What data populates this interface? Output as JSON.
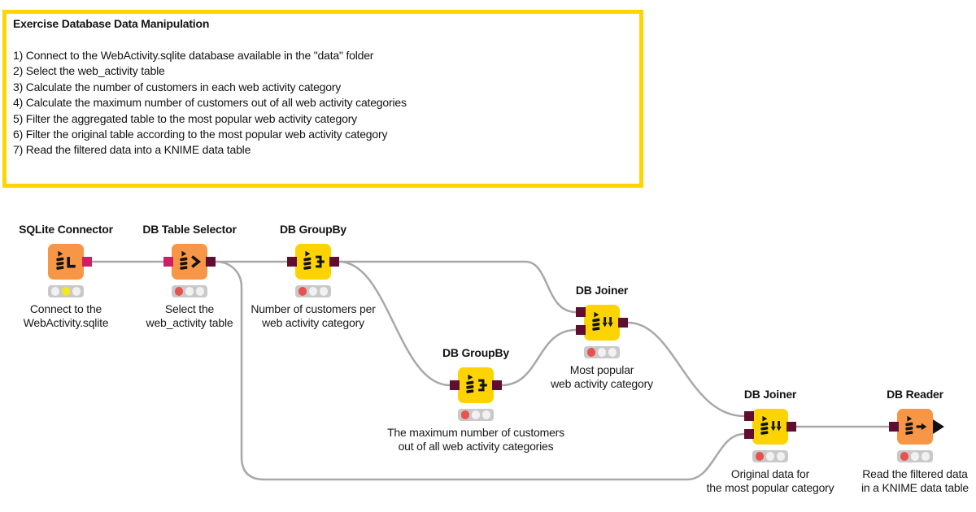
{
  "annotation": {
    "title": "Exercise Database Data Manipulation",
    "lines": [
      "1) Connect to the WebActivity.sqlite database available in the \"data\" folder",
      "2) Select the web_activity table",
      "3) Calculate the number of customers in each web activity category",
      "4) Calculate the maximum number of customers out of all web activity categories",
      "5) Filter the aggregated table to the most popular web activity category",
      "6) Filter the original table according to the most popular web activity category",
      "7) Read the filtered data into a KNIME data table"
    ]
  },
  "nodes": [
    {
      "title": "SQLite Connector",
      "caption": [
        "Connect to the",
        "WebActivity.sqlite"
      ],
      "status": "yellow",
      "icon": "db-connector-icon"
    },
    {
      "title": "DB Table Selector",
      "caption": [
        "Select the",
        "web_activity table"
      ],
      "status": "red",
      "icon": "db-table-selector-icon"
    },
    {
      "title": "DB GroupBy",
      "caption": [
        "Number of customers per",
        "web activity category"
      ],
      "status": "red",
      "icon": "db-groupby-icon"
    },
    {
      "title": "DB GroupBy",
      "caption": [
        "The maximum number of customers",
        "out of all web activity categories"
      ],
      "status": "red",
      "icon": "db-groupby-icon"
    },
    {
      "title": "DB Joiner",
      "caption": [
        "Most popular",
        "web activity category"
      ],
      "status": "red",
      "icon": "db-joiner-icon"
    },
    {
      "title": "DB Joiner",
      "caption": [
        "Original data for",
        "the most popular category"
      ],
      "status": "red",
      "icon": "db-joiner-icon"
    },
    {
      "title": "DB Reader",
      "caption": [
        "Read the filtered data",
        "in a KNIME data table"
      ],
      "status": "red",
      "icon": "db-reader-icon"
    }
  ],
  "connections": [
    "SQLite Connector -> DB Table Selector",
    "DB Table Selector -> DB GroupBy (top)",
    "DB Table Selector -> DB Joiner (bottom, input 2)",
    "DB GroupBy (top) -> DB Joiner (top, input 1)",
    "DB GroupBy (top) -> DB GroupBy (bottom)",
    "DB GroupBy (bottom) -> DB Joiner (top, input 2)",
    "DB Joiner (top) -> DB Joiner (bottom, input 1)",
    "DB Joiner (bottom) -> DB Reader"
  ],
  "colors": {
    "node_orange": "#F79646",
    "node_yellow": "#FDD402",
    "annotation_border": "#FFD500",
    "port_db_session_magenta": "#CE1E64",
    "port_db_data_dark_red": "#5F0E30",
    "data_port_black": "#111111",
    "wire_gray": "#A8A8A8",
    "status_red": "#E8524E",
    "status_yellow": "#F2E81C",
    "status_off": "#F1F1F1"
  }
}
